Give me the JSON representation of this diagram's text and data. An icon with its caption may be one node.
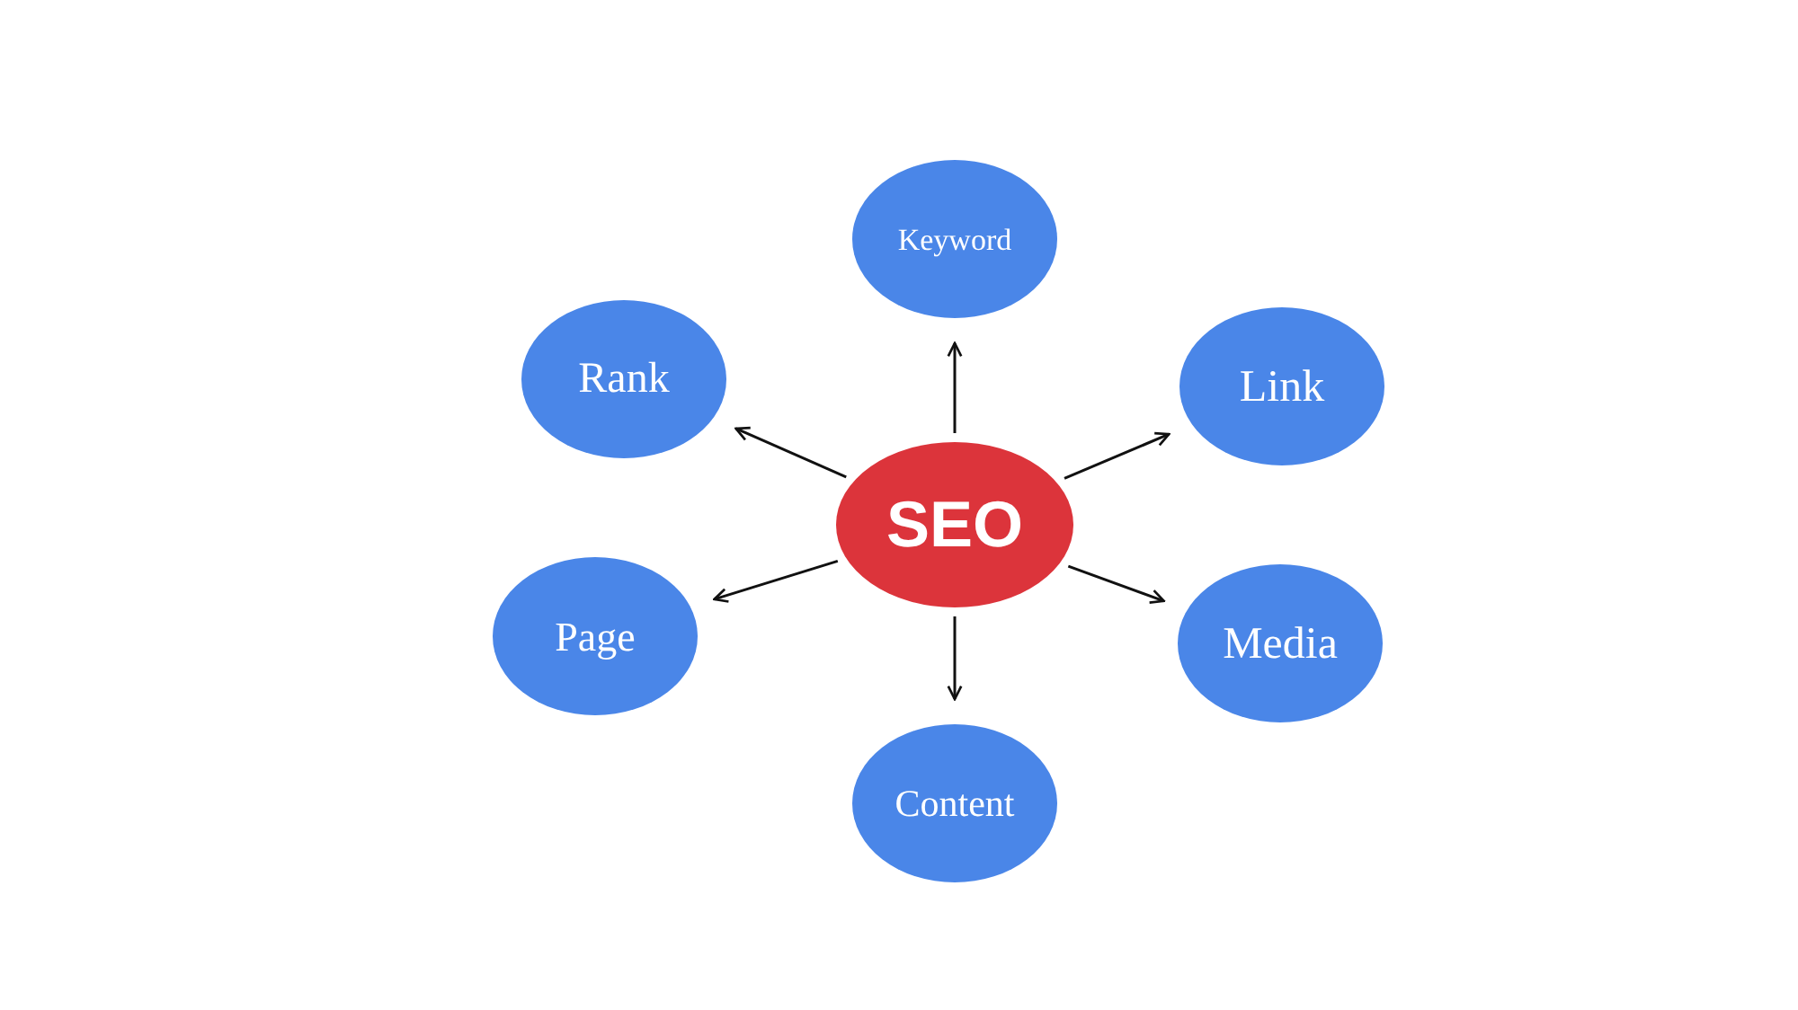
{
  "diagram": {
    "nodes": [
      {
        "text": [
          "Keyword"
        ]
      },
      {
        "text": [
          "Rank"
        ]
      },
      {
        "text": [
          "Link"
        ]
      },
      {
        "text": [
          "SEO"
        ]
      },
      {
        "text": [
          "Page"
        ]
      },
      {
        "text": [
          "Media"
        ]
      },
      {
        "text": [
          "Content"
        ]
      }
    ],
    "edges": [
      {
        "from": 3,
        "to": 0,
        "arrow": "to"
      },
      {
        "from": 3,
        "to": 1,
        "arrow": "to"
      },
      {
        "from": 3,
        "to": 2,
        "arrow": "to"
      },
      {
        "from": 3,
        "to": 4,
        "arrow": "to"
      },
      {
        "from": 3,
        "to": 5,
        "arrow": "to"
      },
      {
        "from": 3,
        "to": 6,
        "arrow": "to"
      }
    ]
  }
}
